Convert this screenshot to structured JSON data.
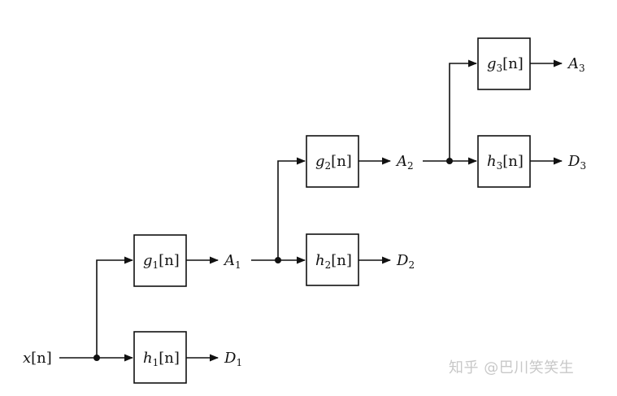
{
  "input_label": {
    "base": "x",
    "arg": "[n]"
  },
  "blocks": {
    "g1": {
      "base": "g",
      "sub": "1",
      "arg": "[n]"
    },
    "h1": {
      "base": "h",
      "sub": "1",
      "arg": "[n]"
    },
    "g2": {
      "base": "g",
      "sub": "2",
      "arg": "[n]"
    },
    "h2": {
      "base": "h",
      "sub": "2",
      "arg": "[n]"
    },
    "g3": {
      "base": "g",
      "sub": "3",
      "arg": "[n]"
    },
    "h3": {
      "base": "h",
      "sub": "3",
      "arg": "[n]"
    }
  },
  "outputs": {
    "A1": {
      "base": "A",
      "sub": "1"
    },
    "D1": {
      "base": "D",
      "sub": "1"
    },
    "A2": {
      "base": "A",
      "sub": "2"
    },
    "D2": {
      "base": "D",
      "sub": "2"
    },
    "A3": {
      "base": "A",
      "sub": "3"
    },
    "D3": {
      "base": "D",
      "sub": "3"
    }
  },
  "watermark": "知乎 @巴川笑笑生"
}
